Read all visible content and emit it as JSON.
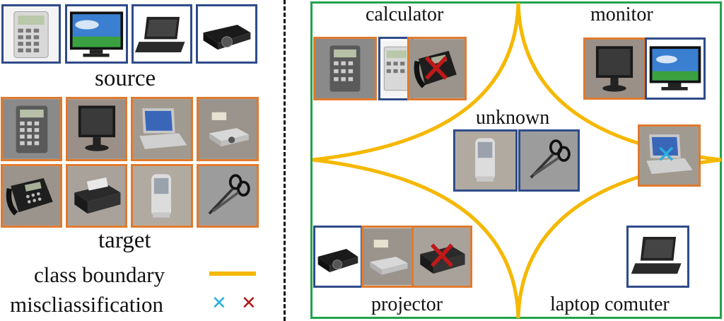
{
  "left": {
    "source_label": "source",
    "target_label": "target",
    "legend": {
      "boundary_label": "class boundary",
      "misclassification_label": "miscliassification",
      "boundary_color": "#f5b800",
      "blue_mark_color": "#2ab0e0",
      "red_mark_color": "#b01818"
    },
    "source_items": [
      "calculator-icon",
      "monitor-icon",
      "laptop-icon",
      "projector-icon"
    ],
    "target_items_row1": [
      "calculator-icon",
      "monitor-icon",
      "laptop-icon",
      "projector-icon"
    ],
    "target_items_row2": [
      "telephone-icon",
      "printer-icon",
      "heater-icon",
      "scissors-icon"
    ]
  },
  "right": {
    "labels": {
      "calculator": "calculator",
      "monitor": "monitor",
      "unknown": "unknown",
      "projector": "projector",
      "laptop": "laptop comuter"
    },
    "colors": {
      "panel_border": "#22a24a",
      "source_border": "#2f4b8a",
      "target_border": "#e07a2e"
    }
  }
}
